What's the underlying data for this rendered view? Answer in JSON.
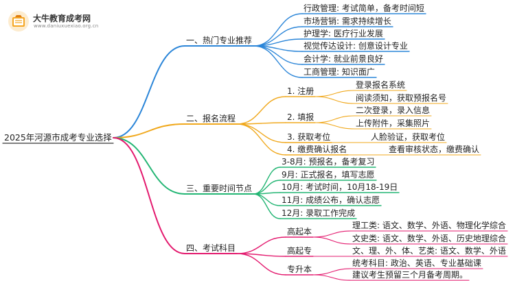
{
  "logo": {
    "name": "大牛教育成考网",
    "url": "www.daniuxuexiao.org.cn"
  },
  "root": "2025年河源市成考专业选择",
  "branches": [
    {
      "label": "一、热门专业推荐",
      "color": "#2a85d8",
      "children": [
        {
          "label": "行政管理: 考试简单，备考时间短"
        },
        {
          "label": "市场营销: 需求持续增长"
        },
        {
          "label": "护理学: 医疗行业发展"
        },
        {
          "label": "视觉传达设计: 创意设计专业"
        },
        {
          "label": "会计学: 就业前景良好"
        },
        {
          "label": "工商管理: 知识面广"
        }
      ]
    },
    {
      "label": "二、报名流程",
      "color": "#f0a81c",
      "children": [
        {
          "label": "1. 注册",
          "children": [
            "登录报名系统",
            "阅读须知，获取预报名号"
          ]
        },
        {
          "label": "2. 填报",
          "children": [
            "二次登录，录入信息",
            "上传附件，采集照片"
          ]
        },
        {
          "label": "3. 获取考位",
          "children": [
            "人脸验证，获取考位"
          ]
        },
        {
          "label": "4. 缴费确认报名",
          "children": [
            "查看审核状态，缴费确认"
          ]
        }
      ]
    },
    {
      "label": "三、重要时间节点",
      "color": "#22b573",
      "children": [
        {
          "label": "3-8月: 预报名，备考复习"
        },
        {
          "label": "9月: 正式报名，填写志愿"
        },
        {
          "label": "10月: 考试时间，10月18-19日"
        },
        {
          "label": "11月: 成绩公布，确认志愿"
        },
        {
          "label": "12月: 录取工作完成"
        }
      ]
    },
    {
      "label": "四、考试科目",
      "color": "#e3186d",
      "children": [
        {
          "label": "高起本",
          "children": [
            "理工类: 语文、数学、外语、物理化学综合",
            "文史类: 语文、数学、外语、历史地理综合"
          ]
        },
        {
          "label": "高起专",
          "children": [
            "文、理、外、体、艺类: 语文、数学、外语"
          ]
        },
        {
          "label": "专升本",
          "children": [
            "统考科目: 政治、英语、专业基础课",
            "建议考生预留三个月备考周期。"
          ]
        }
      ]
    }
  ]
}
